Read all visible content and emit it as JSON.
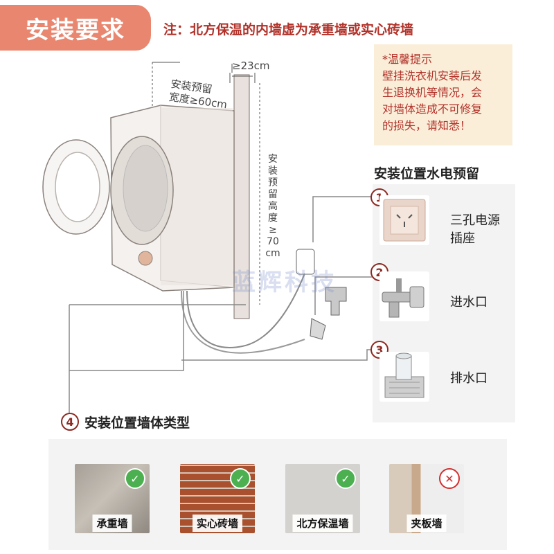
{
  "header": {
    "title": "安装要求",
    "note": "注：北方保温的内墙虚为承重墙或实心砖墙"
  },
  "tip": {
    "lines": [
      "*温馨提示",
      "壁挂洗衣机安装后发",
      "生退换机等情况，会",
      "对墙体造成不可修复",
      "的损失，请知悉！"
    ]
  },
  "diagram": {
    "width_label": [
      "安装预留",
      "宽度≥60cm"
    ],
    "depth_label": "≥23cm",
    "height_label": [
      "安",
      "装",
      "预",
      "留",
      "高",
      "度",
      "≥",
      "70",
      "cm"
    ],
    "watermark": "蓝辉科技"
  },
  "utilities": {
    "title": "安装位置水电预留",
    "items": [
      {
        "num": "1",
        "label_lines": [
          "三孔电源",
          "插座"
        ],
        "icon": "socket-icon"
      },
      {
        "num": "2",
        "label_lines": [
          "进水口"
        ],
        "icon": "faucet-icon"
      },
      {
        "num": "3",
        "label_lines": [
          "排水口"
        ],
        "icon": "drain-icon"
      }
    ]
  },
  "walls": {
    "num": "4",
    "title": "安装位置墙体类型",
    "items": [
      {
        "label": "承重墙",
        "suitable": true,
        "status_symbol": "✓"
      },
      {
        "label": "实心砖墙",
        "suitable": true,
        "status_symbol": "✓"
      },
      {
        "label": "北方保温墙",
        "suitable": true,
        "status_symbol": "✓"
      },
      {
        "label": "夹板墙",
        "suitable": false,
        "status_symbol": "✕"
      }
    ]
  },
  "colors": {
    "badge": "#e9866f",
    "note_red": "#b1322a",
    "tip_bg": "#fbeed9",
    "num_ring": "#8d2a22",
    "ok_green": "#4caf50",
    "no_red": "#d32f2f"
  }
}
